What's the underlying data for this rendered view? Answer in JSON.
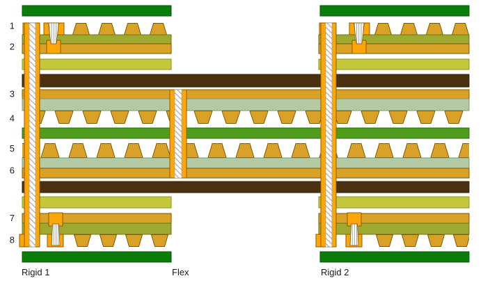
{
  "diagram": {
    "type": "rigid-flex-pcb-stackup-cross-section",
    "layer_numbers": [
      "1",
      "2",
      "3",
      "4",
      "5",
      "6",
      "7",
      "8"
    ],
    "section_labels": [
      "Rigid 1",
      "Flex",
      "Rigid 2"
    ],
    "colors": {
      "copper_layer": "#D9A125",
      "via_plating_copper": "#FCA60A",
      "prepreg_olive": "#9EA930",
      "core_yellow_green": "#C4C83C",
      "coverlay_brown": "#4B3010",
      "flex_dielectric_sage": "#B3CAA4",
      "flex_core_green": "#509D1E",
      "solder_mask_dark_green": "#0A7D0A",
      "drill_hatch_gray": "#BDBDBD",
      "background": "#FFFFFF"
    }
  }
}
